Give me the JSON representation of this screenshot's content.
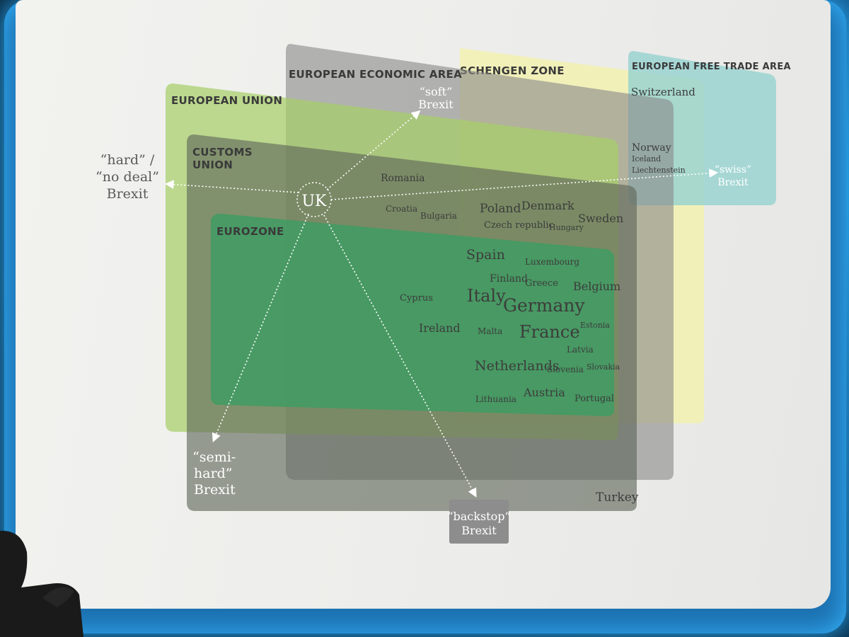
{
  "zones": {
    "eea": "EUROPEAN ECONOMIC AREA",
    "schengen": "SCHENGEN ZONE",
    "efta": "EUROPEAN FREE TRADE AREA",
    "eu": "EUROPEAN UNION",
    "customs_line1": "CUSTOMS",
    "customs_line2": "UNION",
    "eurozone": "EUROZONE"
  },
  "uk": "UK",
  "brexit_options": {
    "soft": [
      "“soft”",
      "Brexit"
    ],
    "hard": [
      "“hard” /",
      "“no deal”",
      "Brexit"
    ],
    "swiss": [
      "“swiss”",
      "Brexit"
    ],
    "semi_hard": [
      "“semi-",
      "hard”",
      "Brexit"
    ],
    "backstop": [
      "“backstop”",
      "Brexit"
    ]
  },
  "efta_countries": {
    "switzerland": "Switzerland",
    "norway": "Norway",
    "iceland": "Iceland",
    "liechtenstein": "Liechtenstein"
  },
  "eu_non_euro": {
    "romania": "Romania",
    "croatia": "Croatia",
    "bulgaria": "Bulgaria",
    "poland": "Poland",
    "denmark": "Denmark",
    "sweden": "Sweden",
    "czech": "Czech republic",
    "hungary": "Hungary"
  },
  "eurozone_countries": {
    "spain": "Spain",
    "luxembourg": "Luxembourg",
    "finland": "Finland",
    "greece": "Greece",
    "belgium": "Belgium",
    "cyprus": "Cyprus",
    "italy": "Italy",
    "germany": "Germany",
    "ireland": "Ireland",
    "malta": "Malta",
    "france": "France",
    "estonia": "Estonia",
    "latvia": "Latvia",
    "netherlands": "Netherlands",
    "slovenia": "Slovenia",
    "slovakia": "Slovakia",
    "lithuania": "Lithuania",
    "austria": "Austria",
    "portugal": "Portugal"
  },
  "customs_only": {
    "turkey": "Turkey"
  },
  "colors": {
    "eea": "#7a7a7a",
    "schengen": "#f2f0a6",
    "efta": "#9fd6d4",
    "eu": "#a6cf6e",
    "customs": "#5f6a5a",
    "eurozone": "#3e9a62"
  }
}
